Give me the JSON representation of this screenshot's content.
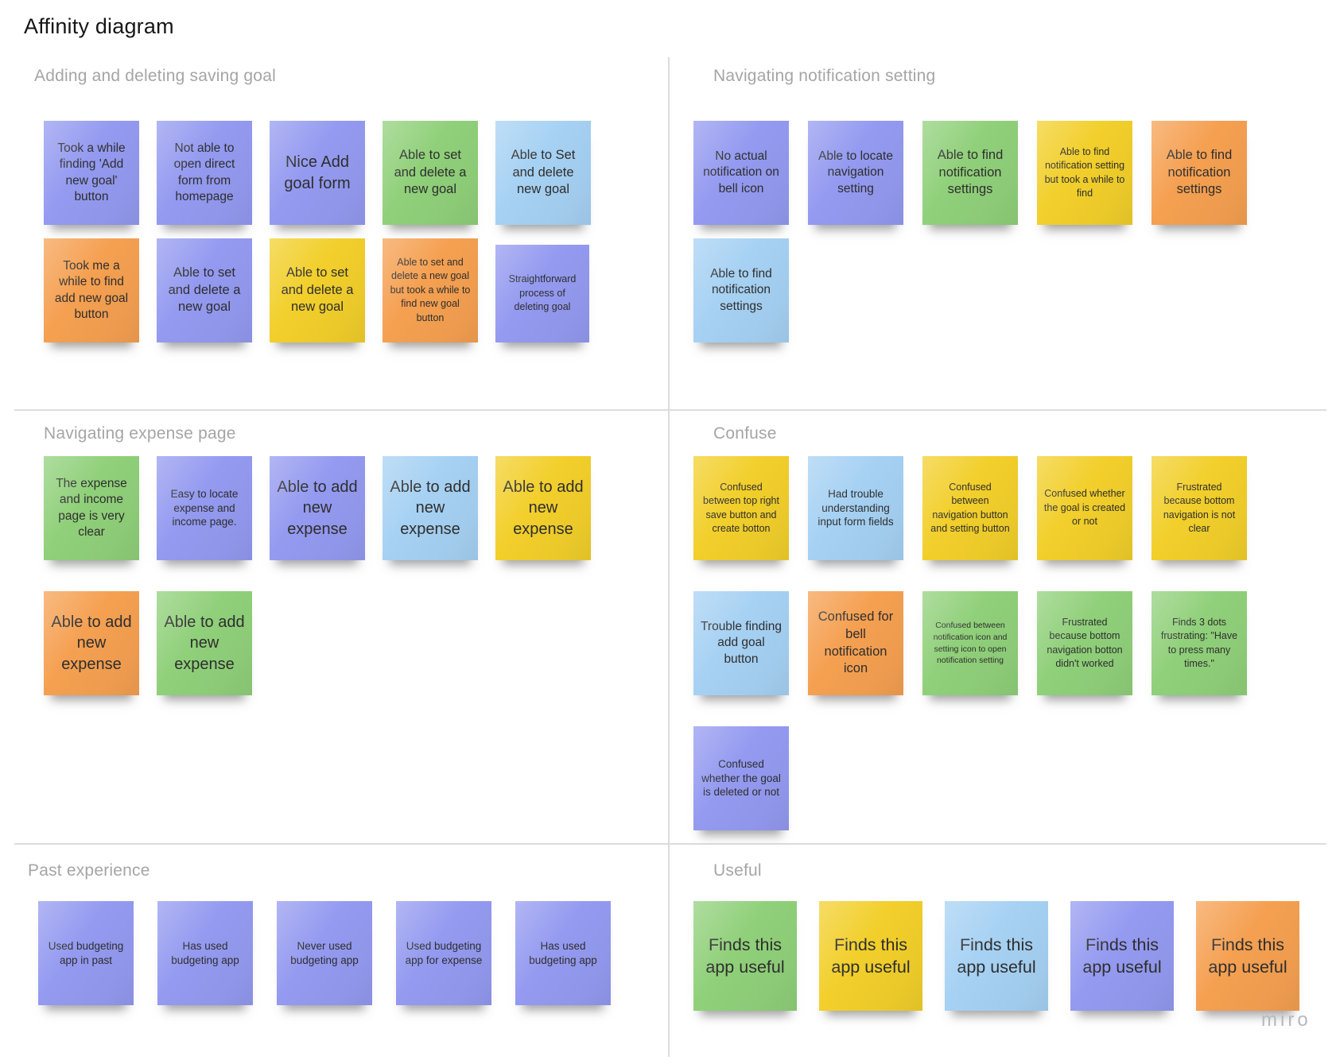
{
  "title": "Affinity diagram",
  "watermark": "miro",
  "palette": {
    "purple": "#949af0",
    "green": "#90d07a",
    "blue": "#a6d1f3",
    "yellow": "#f2cf2b",
    "orange": "#f5a051"
  },
  "sections": [
    {
      "heading": "Adding and deleting saving goal",
      "rows": [
        [
          {
            "text": "Took a while finding 'Add new goal' button",
            "color": "purple",
            "size": "base"
          },
          {
            "text": "Not able to open direct form from homepage",
            "color": "purple",
            "size": "base"
          },
          {
            "text": "Nice Add goal form",
            "color": "purple",
            "size": "xl"
          },
          {
            "text": "Able to set and delete a new goal",
            "color": "green",
            "size": "lg"
          },
          {
            "text": "Able to Set and delete new goal",
            "color": "blue",
            "size": "lg"
          }
        ],
        [
          {
            "text": "Took me a while to find add new goal button",
            "color": "orange",
            "size": "base"
          },
          {
            "text": "Able to set and delete a new goal",
            "color": "purple",
            "size": "lg"
          },
          {
            "text": "Able to set and delete a new goal",
            "color": "yellow",
            "size": "lg"
          },
          {
            "text": "Able to set and delete a new goal but took a while to find new goal button",
            "color": "orange",
            "size": "sm"
          },
          {
            "text": "Straightforward process of deleting goal",
            "color": "purple",
            "size": "sm"
          }
        ]
      ]
    },
    {
      "heading": "Navigating notification setting",
      "rows": [
        [
          {
            "text": "No actual notification on bell icon",
            "color": "purple",
            "size": "base"
          },
          {
            "text": "Able to locate navigation setting",
            "color": "purple",
            "size": "base"
          },
          {
            "text": "Able to find notification settings",
            "color": "green",
            "size": "lg"
          },
          {
            "text": "Able to find notification setting but took a while to find",
            "color": "yellow",
            "size": "sm"
          },
          {
            "text": "Able to find notification settings",
            "color": "orange",
            "size": "lg"
          }
        ],
        [
          {
            "text": "Able to find notification settings",
            "color": "blue",
            "size": "base"
          }
        ]
      ]
    },
    {
      "heading": "Navigating expense page",
      "rows": [
        [
          {
            "text": "The expense and income page is very clear",
            "color": "green",
            "size": "base"
          },
          {
            "text": "Easy to locate expense and income page.",
            "color": "purple",
            "size": "md"
          },
          {
            "text": "Able to add new expense",
            "color": "purple",
            "size": "xl"
          },
          {
            "text": "Able to add new expense",
            "color": "blue",
            "size": "xl"
          },
          {
            "text": "Able to add new expense",
            "color": "yellow",
            "size": "xl"
          }
        ],
        [
          {
            "text": "Able to add new expense",
            "color": "orange",
            "size": "xl"
          },
          {
            "text": "Able to add new expense",
            "color": "green",
            "size": "xl"
          }
        ]
      ]
    },
    {
      "heading": "Confuse",
      "rows": [
        [
          {
            "text": "Confused between top right save button and create botton",
            "color": "yellow",
            "size": "sm"
          },
          {
            "text": "Had trouble understanding input form fields",
            "color": "blue",
            "size": "md"
          },
          {
            "text": "Confused between navigation button and setting button",
            "color": "yellow",
            "size": "sm"
          },
          {
            "text": "Confused whether the goal is created or not",
            "color": "yellow",
            "size": "sm"
          },
          {
            "text": "Frustrated because bottom navigation is not clear",
            "color": "yellow",
            "size": "sm"
          }
        ],
        [
          {
            "text": "Trouble finding add goal button",
            "color": "blue",
            "size": "base"
          },
          {
            "text": "Confused for bell notification icon",
            "color": "orange",
            "size": "lg"
          },
          {
            "text": "Confused between notification icon and setting icon to open notification setting",
            "color": "green",
            "size": "xs"
          },
          {
            "text": "Frustrated because bottom navigation botton didn't worked",
            "color": "green",
            "size": "sm"
          },
          {
            "text": "Finds 3 dots frustrating: \"Have to press many times.\"",
            "color": "green",
            "size": "sm"
          }
        ],
        [
          {
            "text": "Confused whether the goal is deleted or not",
            "color": "purple",
            "size": "md"
          }
        ]
      ]
    },
    {
      "heading": "Past experience",
      "rows": [
        [
          {
            "text": "Used budgeting app in past",
            "color": "purple",
            "size": "md"
          },
          {
            "text": "Has used budgeting app",
            "color": "purple",
            "size": "md"
          },
          {
            "text": "Never used budgeting app",
            "color": "purple",
            "size": "md"
          },
          {
            "text": "Used budgeting app for expense",
            "color": "purple",
            "size": "md"
          },
          {
            "text": "Has used budgeting app",
            "color": "purple",
            "size": "md"
          }
        ]
      ]
    },
    {
      "heading": "Useful",
      "rows": [
        [
          {
            "text": "Finds this app useful",
            "color": "green",
            "size": "xxl"
          },
          {
            "text": "Finds this app useful",
            "color": "yellow",
            "size": "xxl"
          },
          {
            "text": "Finds this app useful",
            "color": "blue",
            "size": "xxl"
          },
          {
            "text": "Finds this app useful",
            "color": "purple",
            "size": "xxl"
          },
          {
            "text": "Finds this app useful",
            "color": "orange",
            "size": "xxl"
          }
        ]
      ]
    }
  ]
}
